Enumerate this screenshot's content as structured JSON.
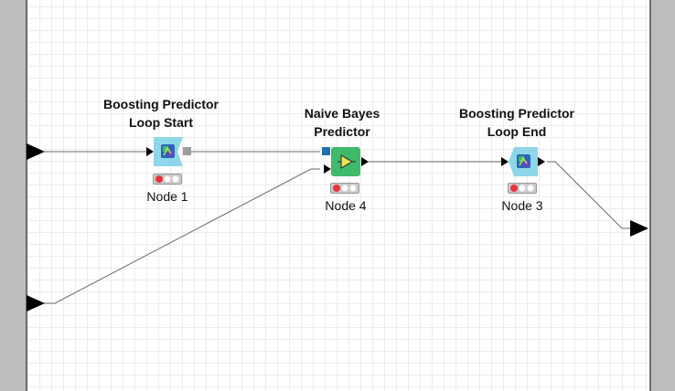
{
  "workflow": {
    "nodes": [
      {
        "title": "Boosting Predictor\nLoop Start",
        "name": "Node 1",
        "status": "red"
      },
      {
        "title": "Naive Bayes\nPredictor",
        "name": "Node 4",
        "status": "red"
      },
      {
        "title": "Boosting Predictor\nLoop End",
        "name": "Node 3",
        "status": "red"
      }
    ]
  },
  "colors": {
    "loop_node": "#8ed7ea",
    "predictor_node": "#3fba6b",
    "connection": "#6a6a6a",
    "status_red": "#e8343c"
  },
  "icons": {
    "loop_start": "boosting-loop-start-icon",
    "predictor": "naive-bayes-predictor-icon",
    "loop_end": "boosting-loop-end-icon"
  }
}
